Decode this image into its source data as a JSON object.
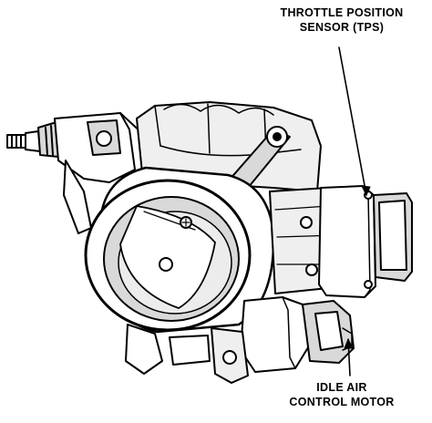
{
  "labels": {
    "tps": [
      "THROTTLE POSITION",
      "SENSOR (TPS)"
    ],
    "iac": [
      "IDLE AIR",
      "CONTROL MOTOR"
    ]
  },
  "colors": {
    "ink": "#000000",
    "paper": "#ffffff",
    "shade": "#d9d9d9",
    "dark": "#555555"
  }
}
